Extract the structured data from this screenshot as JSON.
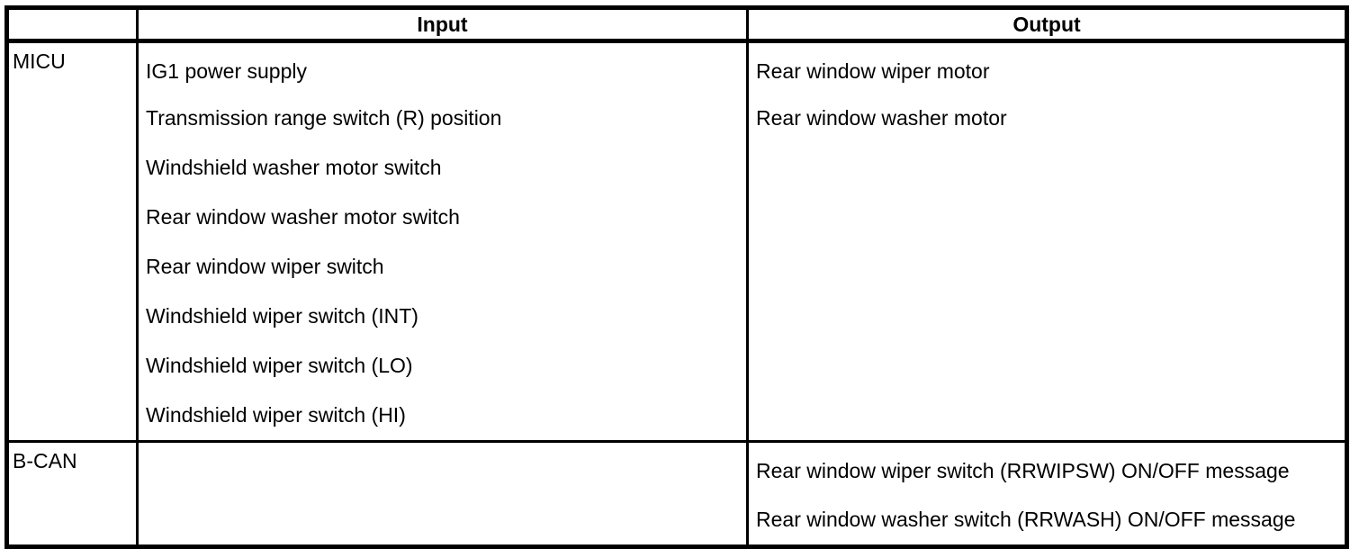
{
  "table": {
    "name": "input-output-table",
    "headers": {
      "system": "",
      "input": "Input",
      "output": "Output"
    },
    "rows": [
      {
        "system": "MICU",
        "inputs": [
          "IG1 power supply",
          "Transmission range switch (R) position",
          "Windshield washer motor switch",
          "Rear window washer motor switch",
          "Rear window wiper switch",
          "Windshield wiper switch (INT)",
          "Windshield wiper switch (LO)",
          "Windshield wiper switch (HI)"
        ],
        "outputs": [
          "Rear window wiper motor",
          "Rear window washer motor"
        ]
      },
      {
        "system": "B-CAN",
        "inputs": [],
        "outputs": [
          "Rear window wiper switch (RRWIPSW) ON/OFF message",
          "Rear window washer switch (RRWASH) ON/OFF message"
        ]
      }
    ]
  },
  "colors": {
    "border": "#000000",
    "text": "#000000",
    "background": "#ffffff"
  }
}
